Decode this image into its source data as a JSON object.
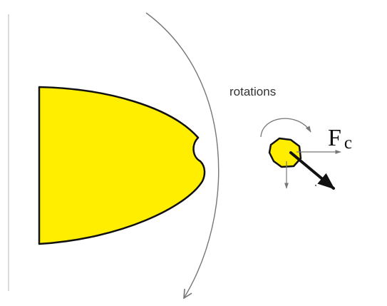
{
  "labels": {
    "rotation_text": "rotations",
    "force_symbol": "F",
    "force_subscript": "c"
  },
  "colors": {
    "body_fill": "#ffee00",
    "outline": "#111111",
    "arc_line": "#777777",
    "page_edge_line": "#cfcfcf"
  }
}
